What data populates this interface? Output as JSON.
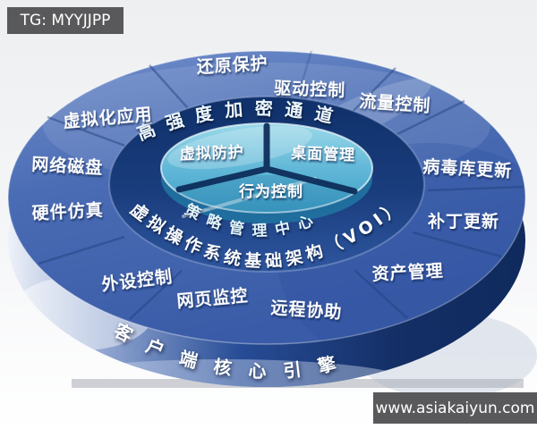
{
  "badges": {
    "tg": "TG: MYYJJPP",
    "site": "www.asiakaiyun.com"
  },
  "diagram": {
    "outer_ring": [
      "还原保护",
      "驱动控制",
      "流量控制",
      "病毒库更新",
      "补丁更新",
      "资产管理",
      "远程协助",
      "网页监控",
      "外设控制",
      "硬件仿真",
      "网络磁盘",
      "虚拟化应用"
    ],
    "arcs": {
      "encrypted_channel": "高强度加密通道",
      "virtual_os_infrastructure": "虚拟操作系统基础架构（VOI）",
      "policy_center": "策略管理中心",
      "client_engine": "客户端核心引擎"
    },
    "center": [
      "虚拟防护",
      "桌面管理",
      "行为控制"
    ],
    "colors": {
      "ring_blue": "#4b6db4",
      "navy_ring": "#16366e",
      "teal_disc": "#5fb6d6",
      "badge_gray": "#59595b",
      "text": "#ffffff"
    }
  }
}
